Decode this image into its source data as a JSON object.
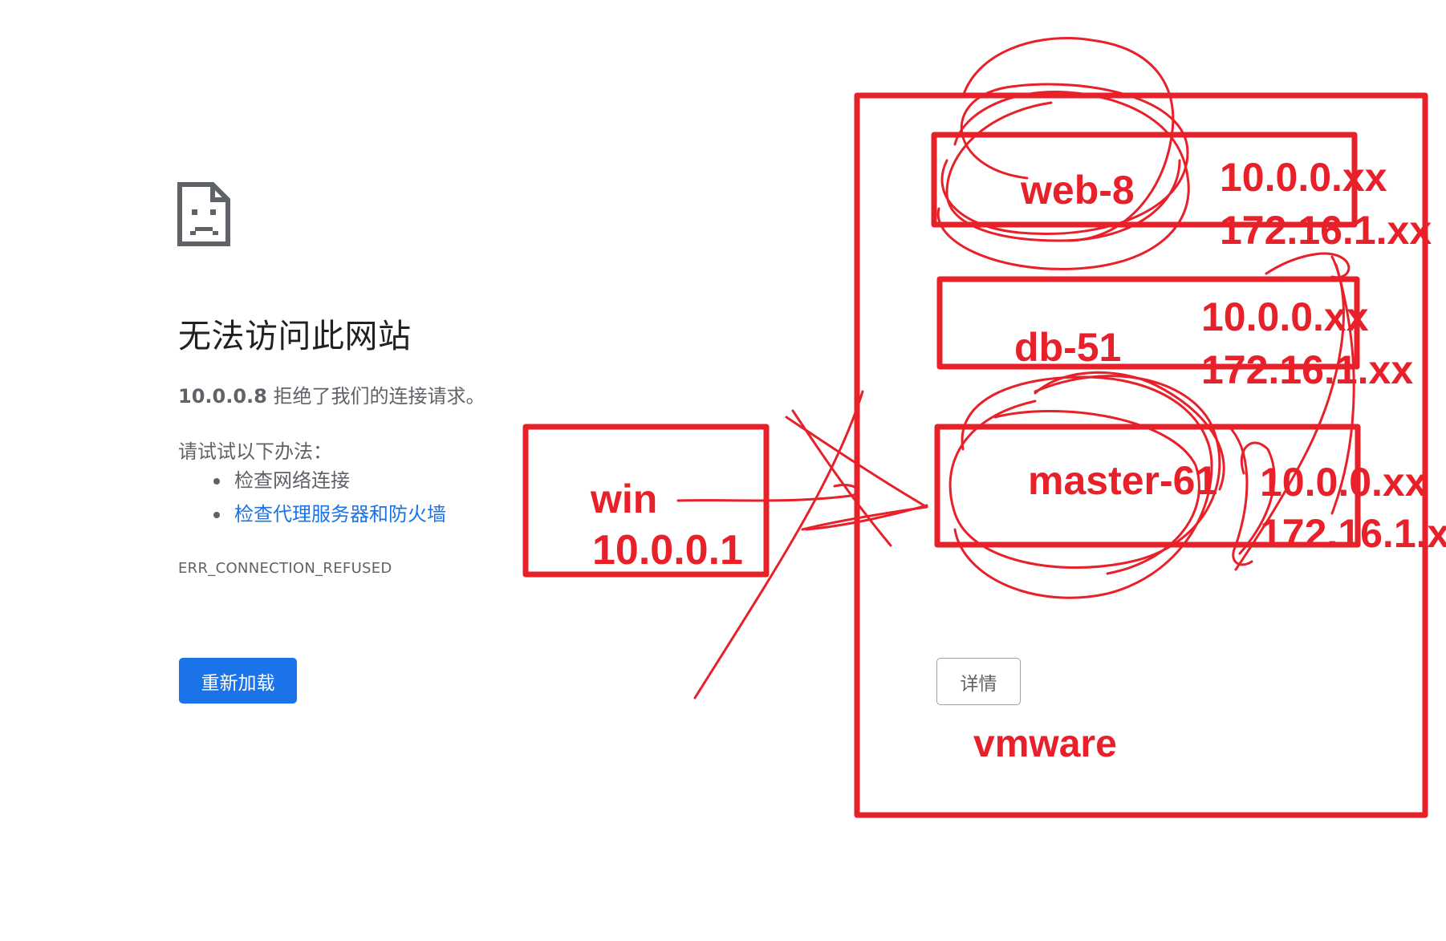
{
  "error_page": {
    "icon": "sad-document-icon",
    "title": "无法访问此网站",
    "host": "10.0.0.8",
    "detail_suffix": " 拒绝了我们的连接请求。",
    "suggest_heading": "请试试以下办法：",
    "suggestions": [
      {
        "label": "检查网络连接",
        "is_link": false
      },
      {
        "label": "检查代理服务器和防火墙",
        "is_link": true
      }
    ],
    "error_code": "ERR_CONNECTION_REFUSED",
    "reload_label": "重新加载",
    "details_label": "详情"
  },
  "annotations": {
    "color": "#e8202a",
    "web": {
      "name": "web-8",
      "ip1": "10.0.0.xx",
      "ip2": "172.16.1.xx"
    },
    "db": {
      "name": "db-51",
      "ip1": "10.0.0.xx",
      "ip2": "172.16.1.xx"
    },
    "master": {
      "name": "master-61",
      "ip1": "10.0.0.xx",
      "ip2": "172.16.1.x"
    },
    "win": {
      "name": "win",
      "ip": "10.0.0.1"
    },
    "vmware": "vmware"
  }
}
